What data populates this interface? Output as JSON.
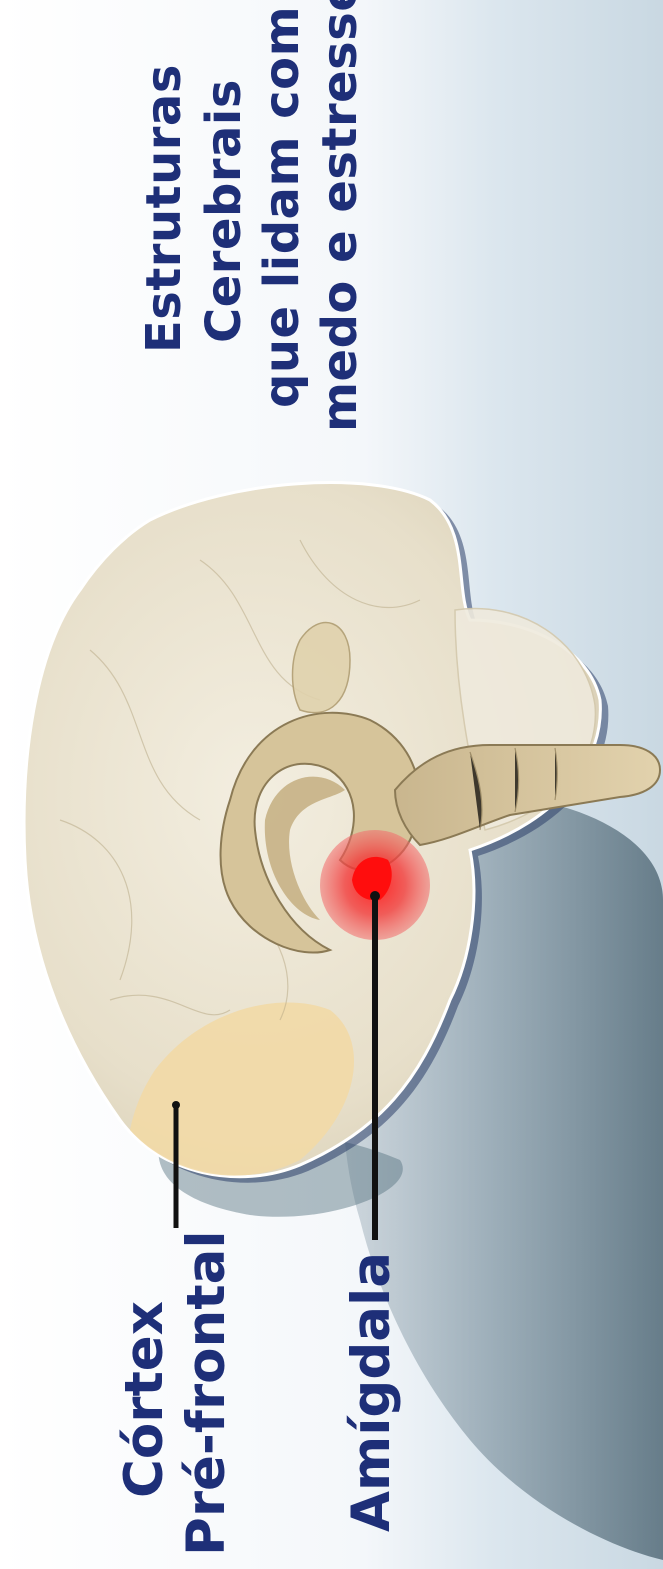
{
  "diagram": {
    "title_lines": [
      "Estruturas",
      "Cerebrais",
      "que lidam com",
      "medo e estresse"
    ],
    "labels": {
      "cortex_line1": "Córtex",
      "cortex_line2": "Pré-frontal",
      "amygdala": "Amígdala"
    },
    "colors": {
      "text": "#1e2f78",
      "brain": "#ece5d3",
      "prefrontal_highlight": "#f2d9a6",
      "amygdala_highlight": "#e62a2a",
      "leader_line": "#111111"
    }
  }
}
